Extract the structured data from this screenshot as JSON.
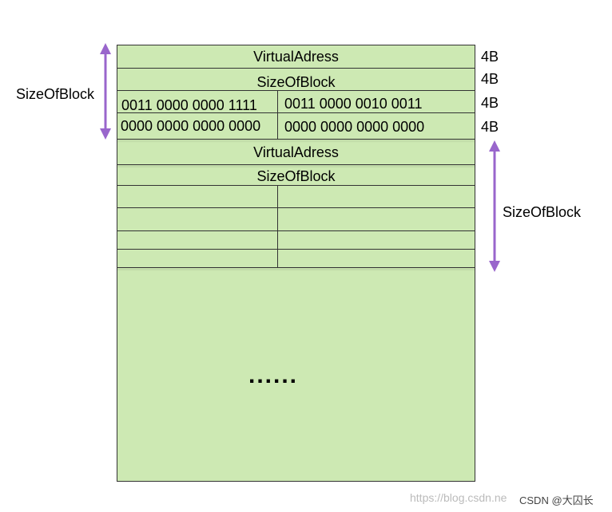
{
  "block1": {
    "virtual_address": "VirtualAdress",
    "size_of_block": "SizeOfBlock",
    "entry_row1_left": "0011 0000 0000 1111",
    "entry_row1_right": "0011 0000 0010 0011",
    "entry_row2_left": "0000 0000 0000 0000",
    "entry_row2_right": "0000 0000 0000 0000"
  },
  "block2": {
    "virtual_address": "VirtualAdress",
    "size_of_block": "SizeOfBlock"
  },
  "size_labels": [
    "4B",
    "4B",
    "4B",
    "4B"
  ],
  "left_brace_label": "SizeOfBlock",
  "right_brace_label": "SizeOfBlock",
  "ellipsis": "......",
  "watermark": "https://blog.csdn.ne",
  "watermark_author": "CSDN @大囚长",
  "colors": {
    "fill": "#cde9b3",
    "border": "#333333",
    "arrow": "#9966cc"
  }
}
